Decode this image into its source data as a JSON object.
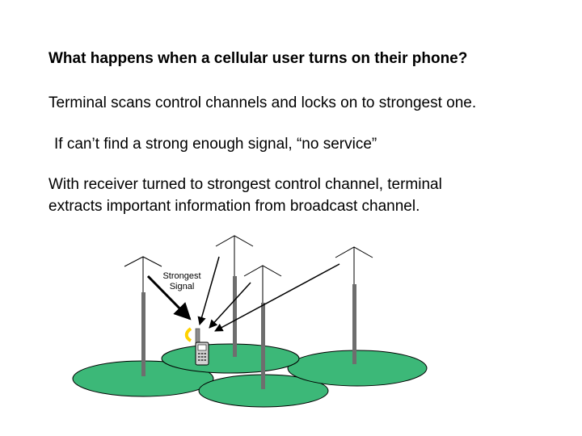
{
  "slide": {
    "question": "What happens when a cellular user turns on their phone?",
    "line1": "Terminal scans control channels and locks on to strongest one.",
    "line2": "If can’t find a strong enough signal, “no service”",
    "line3a": "With receiver turned to strongest control channel, terminal",
    "line3b": "extracts important information from broadcast channel."
  },
  "diagram": {
    "label_line1": "Strongest",
    "label_line2": "Signal",
    "colors": {
      "cell": "#3cb878",
      "outline": "#000000",
      "tower": "#6e6e6e",
      "phone": "#8c8c8c",
      "ring": "#ffd200"
    }
  }
}
